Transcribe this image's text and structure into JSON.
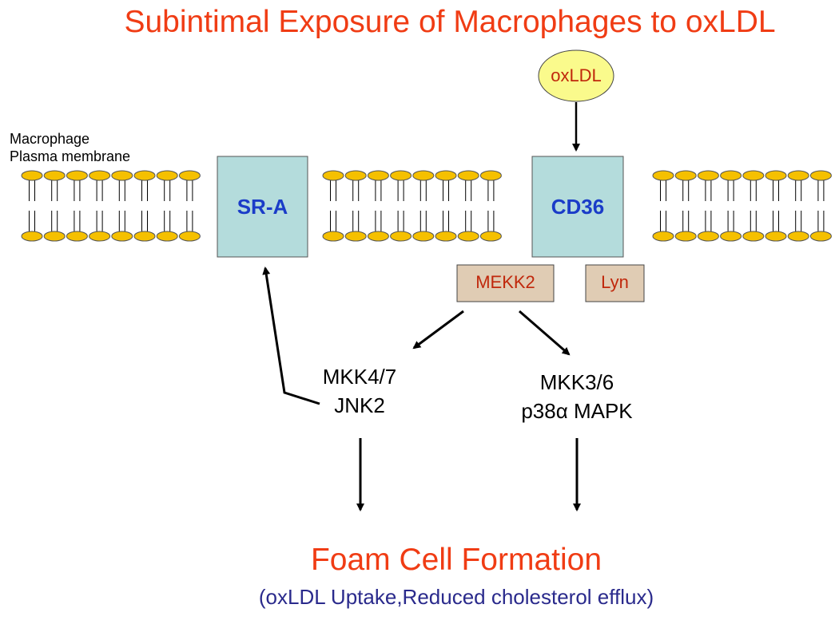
{
  "title": "Subintimal Exposure of Macrophages to oxLDL",
  "membrane_label": [
    "Macrophage",
    "Plasma membrane"
  ],
  "ligand": "oxLDL",
  "receptors": [
    "SR-A",
    "CD36"
  ],
  "kinases": [
    "MEKK2",
    "Lyn"
  ],
  "pathway_left": [
    "MKK4/7",
    "JNK2"
  ],
  "pathway_right": [
    "MKK3/6",
    "p38α MAPK"
  ],
  "outcome": "Foam Cell Formation",
  "outcome_detail": "(oxLDL Uptake,Reduced cholesterol efflux)",
  "colors": {
    "title": "#f03c14",
    "receptor_fill": "#b4dcdc",
    "receptor_text": "#1a3cc8",
    "kinase_fill": "#e0ccb4",
    "kinase_text": "#c0280c",
    "lipid_head": "#f5c000",
    "ligand_fill": "#fafa8c",
    "outcome_detail": "#2a2a8c"
  }
}
